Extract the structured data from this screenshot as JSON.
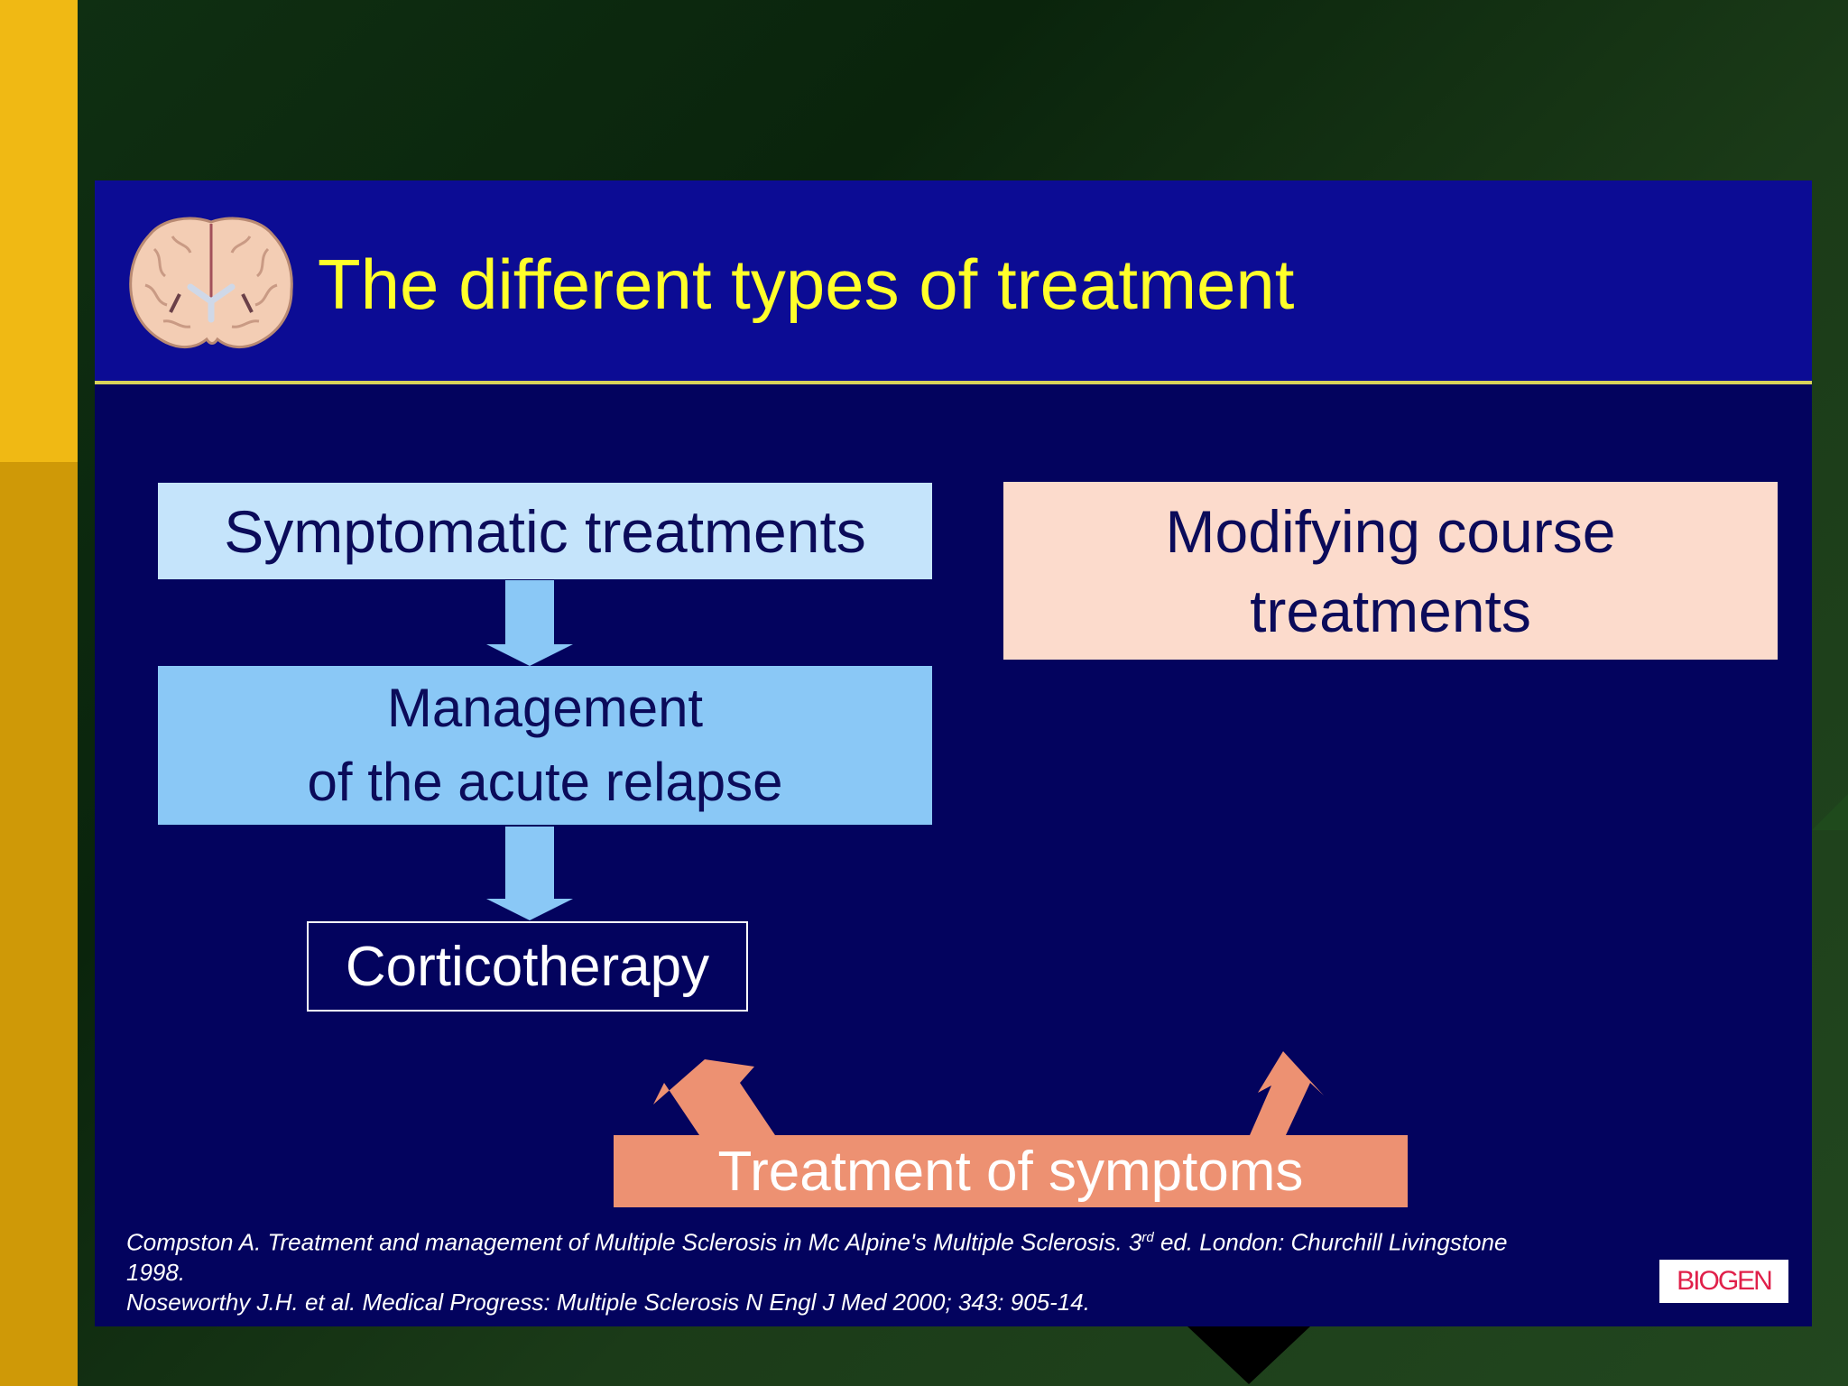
{
  "slide": {
    "title": "The different types of treatment",
    "boxes": {
      "symptomatic": "Symptomatic treatments",
      "management_line1": "Management",
      "management_line2": "of the acute relapse",
      "corticotherapy": "Corticotherapy",
      "modifying_line1": "Modifying course",
      "modifying_line2": "treatments",
      "treatment_of_symptoms": "Treatment of symptoms"
    },
    "references": {
      "ref1_part1": "Compston A. Treatment and management of Multiple Sclerosis in Mc Alpine's Multiple Sclerosis. 3",
      "ref1_sup": "rd",
      "ref1_part2": " ed. London: Churchill Livingstone 1998.",
      "ref2": "Noseworthy J.H. et al. Medical Progress: Multiple Sclerosis N Engl J Med 2000; 343: 905-14."
    },
    "logo_text": "BIOGEN"
  },
  "colors": {
    "slide_bg": "#03035e",
    "header_bg": "#0c0c94",
    "title": "#ffff2a",
    "light_blue_box": "#c5e4fb",
    "mid_blue_box": "#8ac8f6",
    "peach_box": "#fcdbcc",
    "salmon_box": "#ed9172",
    "left_bar_top": "#f0b914",
    "left_bar_bottom": "#cf9907"
  }
}
